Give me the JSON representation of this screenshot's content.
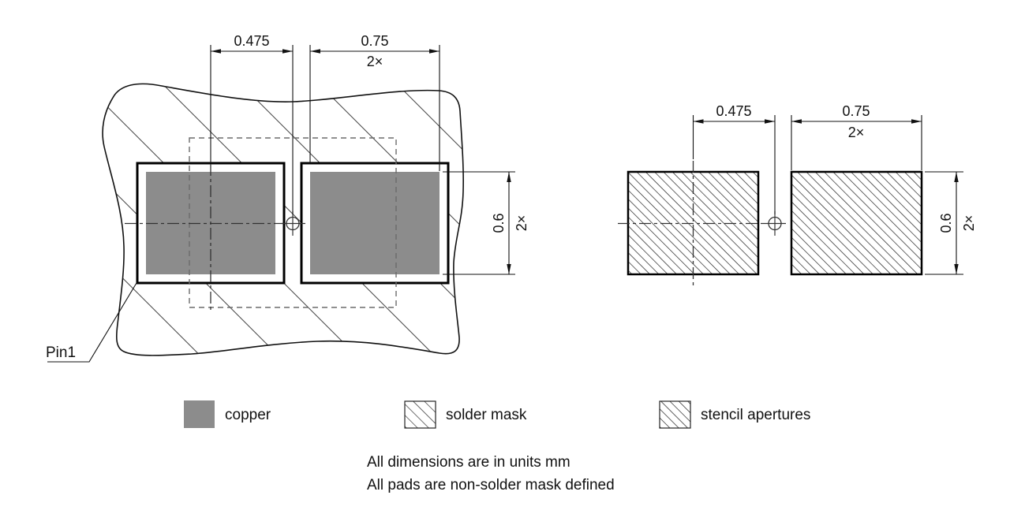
{
  "colors": {
    "copper": "#8c8c8c",
    "line": "#111111",
    "background": "#ffffff"
  },
  "left_view": {
    "dims": {
      "pad_center_to_origin": "0.475",
      "pad_width": "0.75",
      "pad_width_qty": "2×",
      "pad_height": "0.6",
      "pad_height_qty": "2×"
    },
    "pin1_label": "Pin1"
  },
  "right_view": {
    "dims": {
      "aperture_center_to_origin": "0.475",
      "aperture_width": "0.75",
      "aperture_width_qty": "2×",
      "aperture_height": "0.6",
      "aperture_height_qty": "2×"
    }
  },
  "legend": {
    "copper_label": "copper",
    "solder_mask_label": "solder mask",
    "stencil_label": "stencil apertures"
  },
  "notes": {
    "line1": "All dimensions are in units mm",
    "line2": "All pads are non-solder mask defined"
  }
}
